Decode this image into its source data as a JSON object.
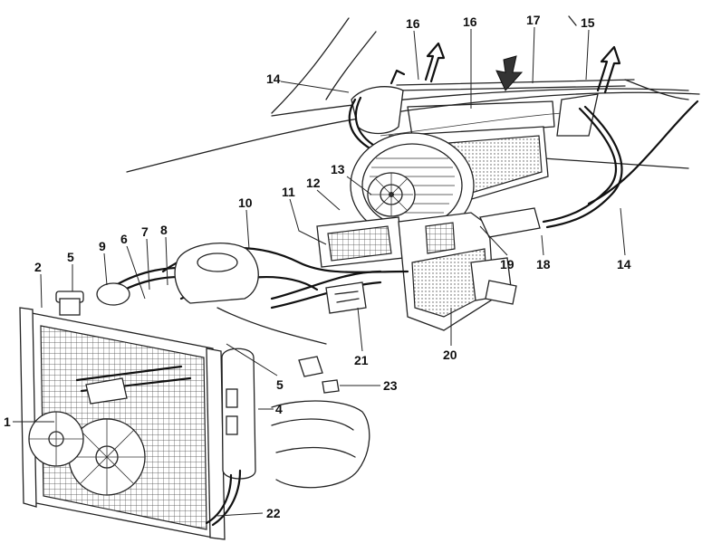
{
  "callouts": [
    {
      "id": "1",
      "text": "1"
    },
    {
      "id": "2",
      "text": "2"
    },
    {
      "id": "3",
      "text": "5"
    },
    {
      "id": "4",
      "text": "9"
    },
    {
      "id": "5",
      "text": "6"
    },
    {
      "id": "6",
      "text": "7"
    },
    {
      "id": "7",
      "text": "8"
    },
    {
      "id": "8",
      "text": "10"
    },
    {
      "id": "9",
      "text": "11"
    },
    {
      "id": "10",
      "text": "12"
    },
    {
      "id": "11",
      "text": "13"
    },
    {
      "id": "12",
      "text": "14"
    },
    {
      "id": "13",
      "text": "16"
    },
    {
      "id": "14",
      "text": "16"
    },
    {
      "id": "15",
      "text": "17"
    },
    {
      "id": "16",
      "text": "15"
    },
    {
      "id": "17",
      "text": "19"
    },
    {
      "id": "18",
      "text": "18"
    },
    {
      "id": "19",
      "text": "14"
    },
    {
      "id": "20",
      "text": "20"
    },
    {
      "id": "21",
      "text": "21"
    },
    {
      "id": "22",
      "text": "5"
    },
    {
      "id": "23",
      "text": "23"
    },
    {
      "id": "24",
      "text": "4"
    },
    {
      "id": "25",
      "text": "22"
    }
  ]
}
